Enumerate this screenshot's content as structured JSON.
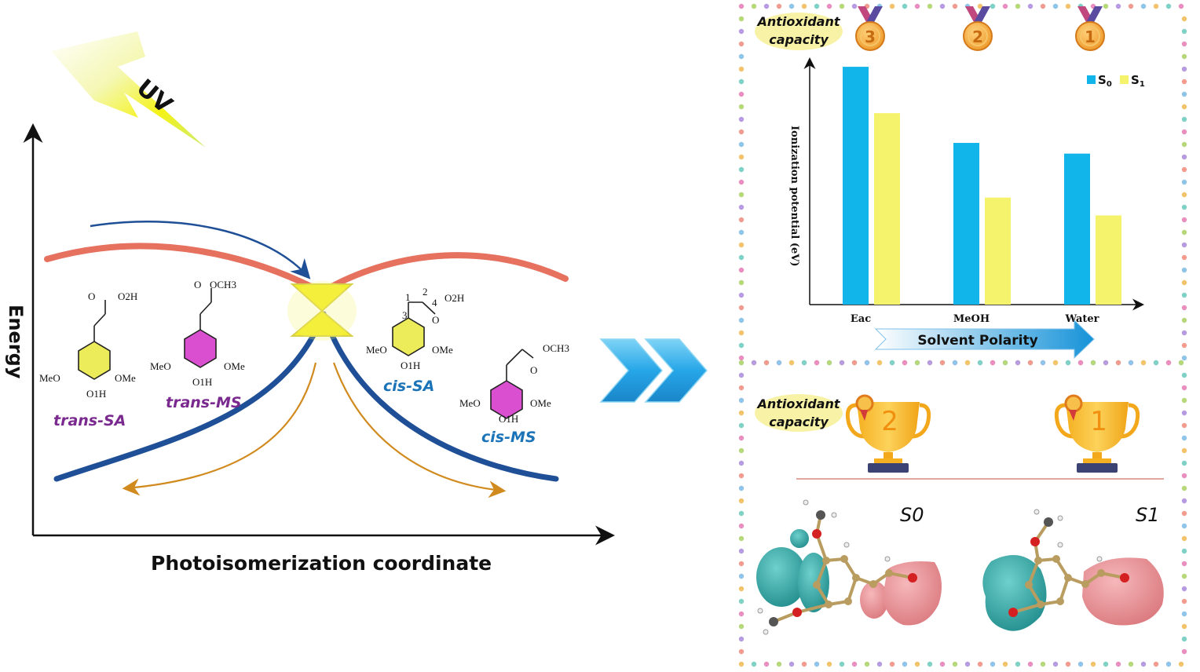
{
  "left_panel": {
    "uv_label": "UV",
    "y_axis_label": "Energy",
    "x_axis_label": "Photoisomerization coordinate",
    "molecules": [
      {
        "name": "trans-SA",
        "top_group": "O",
        "top_group2": "O2H",
        "sub_left": "MeO",
        "sub_right": "OMe",
        "sub_bottom": "O1H"
      },
      {
        "name": "trans-MS",
        "top_group": "O",
        "top_group2": "OCH3",
        "sub_left": "MeO",
        "sub_right": "OMe",
        "sub_bottom": "O1H"
      },
      {
        "name": "cis-SA",
        "top_group": "O2H",
        "top_group2": "O",
        "sub_left": "MeO",
        "sub_right": "OMe",
        "sub_bottom": "O1H",
        "atom_numbers": [
          "1",
          "2",
          "3",
          "4"
        ]
      },
      {
        "name": "cis-MS",
        "top_group": "OCH3",
        "top_group2": "O",
        "sub_left": "MeO",
        "sub_right": "OMe",
        "sub_bottom": "O1H"
      }
    ]
  },
  "top_right": {
    "capacity_label_line1": "Antioxidant",
    "capacity_label_line2": "capacity",
    "medals": [
      "3",
      "2",
      "1"
    ],
    "solvent_label": "Solvent Polarity"
  },
  "chart_data": {
    "type": "bar",
    "title": "",
    "xlabel": "",
    "ylabel": "Ionization potential (eV)",
    "categories": [
      "Eac",
      "MeOH",
      "Water"
    ],
    "series": [
      {
        "name": "S0",
        "values": [
          1.0,
          0.68,
          0.635
        ],
        "color": "#12b5ea"
      },
      {
        "name": "S1",
        "values": [
          0.805,
          0.45,
          0.375
        ],
        "color": "#f4f36b"
      }
    ],
    "ylim": [
      0,
      1.03
    ],
    "grid": false,
    "legend": "top-right",
    "legend_labels": [
      "S0",
      "S1"
    ]
  },
  "bottom_right": {
    "capacity_label_line1": "Antioxidant",
    "capacity_label_line2": "capacity",
    "trophies": [
      "2",
      "1"
    ],
    "state_labels": [
      "S0",
      "S1"
    ]
  },
  "colors": {
    "upper_curve": "#e5715e",
    "lower_curve": "#1f4f96",
    "blue_arrow": "#1f4f96",
    "orange_arrow": "#d18a1e",
    "chevron": "#29a9e6",
    "homo_green": "#2a9c9c",
    "homo_pink": "#e48a8e"
  }
}
